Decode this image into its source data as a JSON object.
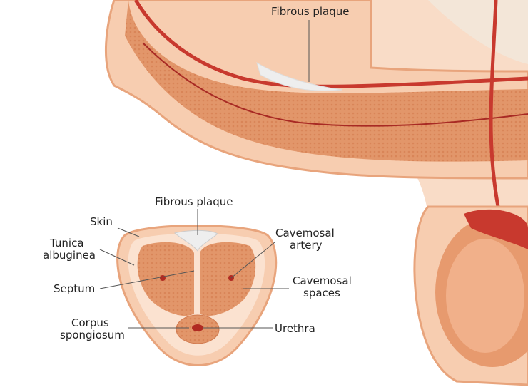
{
  "labels": {
    "top_plaque": "Fibrous plaque",
    "section_plaque": "Fibrous plaque",
    "skin": "Skin",
    "tunica_1": "Tunica",
    "tunica_2": "albuginea",
    "septum": "Septum",
    "corpus_1": "Corpus",
    "corpus_2": "spongiosum",
    "artery_1": "Cavemosal",
    "artery_2": "artery",
    "spaces_1": "Cavemosal",
    "spaces_2": "spaces",
    "urethra": "Urethra"
  },
  "colors": {
    "skin": "#f7cdb0",
    "skin_edge": "#e8a47c",
    "tissue": "#e2966a",
    "tissue_light": "#fbe2d0",
    "artery": "#c8392e",
    "plaque": "#eeeeee"
  }
}
